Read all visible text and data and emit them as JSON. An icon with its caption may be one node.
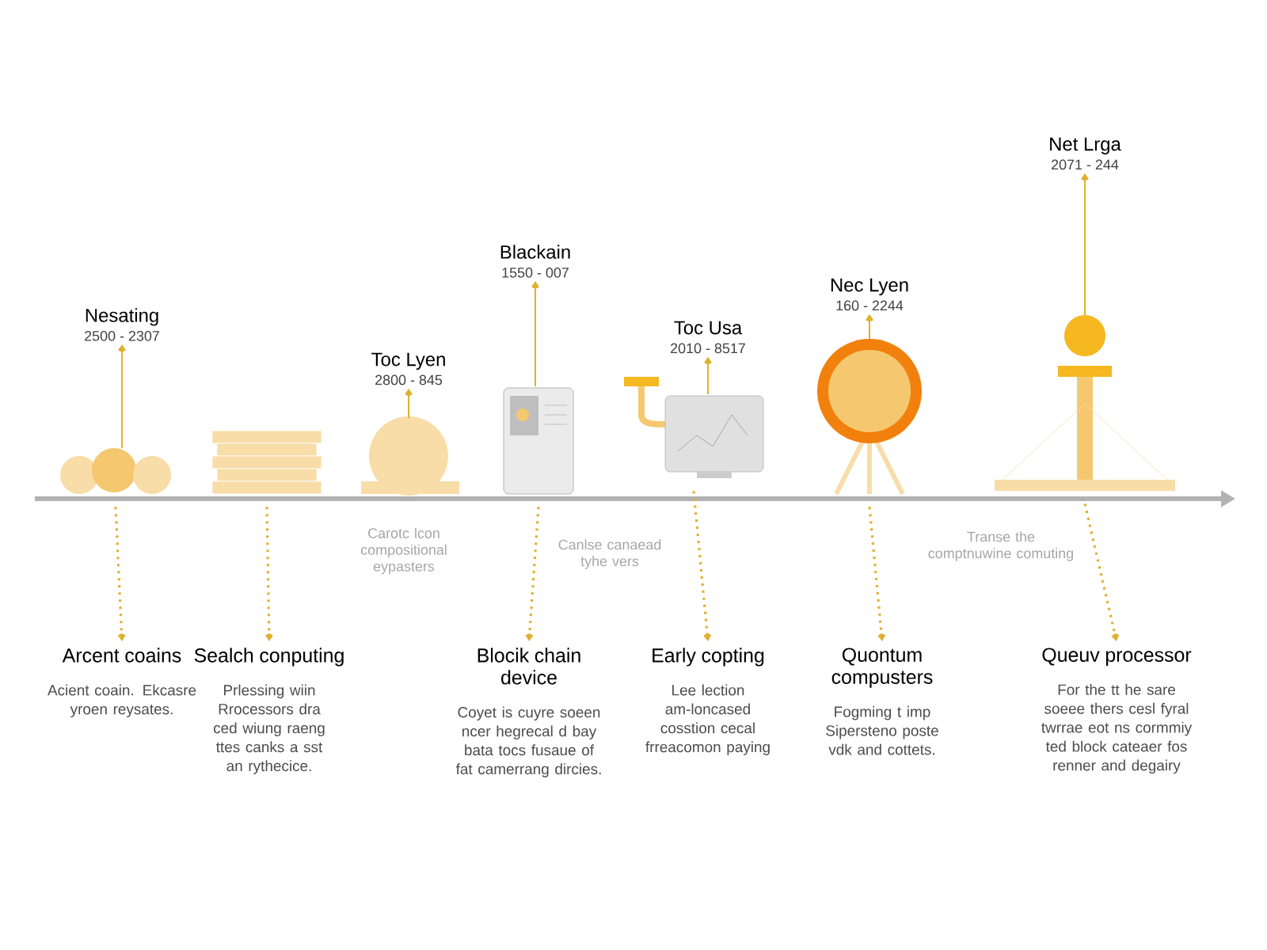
{
  "diagram": {
    "nodes": [
      {
        "text": [
          "Nesating",
          "2500 - 2307"
        ]
      },
      {
        "text": [
          "Toc Lyen",
          "2800 - 845"
        ]
      },
      {
        "text": [
          "Blackain",
          "1550 - 007"
        ]
      },
      {
        "text": [
          "Toc Usa",
          "2010 - 8517"
        ]
      },
      {
        "text": [
          "Nec Lyen",
          "160 - 2244"
        ]
      },
      {
        "text": [
          "Net Lrga",
          "2071 - 244"
        ]
      },
      {
        "text": [],
        "shape": "picture"
      },
      {
        "text": [],
        "shape": "picture"
      },
      {
        "text": [],
        "shape": "picture"
      },
      {
        "text": [],
        "shape": "picture"
      },
      {
        "text": [],
        "shape": "picture"
      },
      {
        "text": [],
        "shape": "picture"
      },
      {
        "text": [],
        "shape": "picture"
      },
      {
        "text": [
          "Arcent coains",
          "Acient coain. Ekcasre yroen reysates."
        ]
      },
      {
        "text": [
          "Sealch conputing",
          "Prlessing wiin Rrocessors dra ced wiung raeng ttes canks a sst an rythecice."
        ]
      },
      {
        "text": [
          "Blocik chain device",
          "Coyet is cuyre soeen ncer hegrecal d bay bata tocs fusaue of fat camerrang dircies."
        ]
      },
      {
        "text": [
          "Early copting",
          "Lee lection am-loncased cosstion cecal frreacomon paying"
        ]
      },
      {
        "text": [
          "Quontum compusters",
          "Fogming t imp Sipersteno poste vdk and cottets."
        ]
      },
      {
        "text": [
          "Queuv processor",
          "For the tt he sare soeee thers cesl fyral twrrae eot ns cormmiy ted block cateaer fos renner and degairy"
        ]
      }
    ],
    "edges": [
      {
        "from": 6,
        "to": 0,
        "arrow": "to"
      },
      {
        "from": 8,
        "to": 1,
        "arrow": "to"
      },
      {
        "from": 9,
        "to": 2,
        "arrow": "to"
      },
      {
        "from": 10,
        "to": 3,
        "arrow": "to"
      },
      {
        "from": 11,
        "to": 4,
        "arrow": "to"
      },
      {
        "from": 12,
        "to": 5,
        "arrow": "to"
      },
      {
        "from": 6,
        "to": 13,
        "arrow": "to",
        "style": "dashed"
      },
      {
        "from": 7,
        "to": 14,
        "arrow": "to",
        "style": "dashed"
      },
      {
        "from": 9,
        "to": 15,
        "arrow": "to",
        "style": "dashed"
      },
      {
        "from": 10,
        "to": 16,
        "arrow": "to",
        "style": "dashed"
      },
      {
        "from": 11,
        "to": 17,
        "arrow": "to",
        "style": "dashed"
      },
      {
        "from": 12,
        "to": 18,
        "arrow": "to",
        "style": "dashed"
      }
    ],
    "labels": [
      "Carotc lcon compositional eypasters",
      "Canlse canaead tyhe vers",
      "Transe the comptnuwine comuting"
    ]
  }
}
